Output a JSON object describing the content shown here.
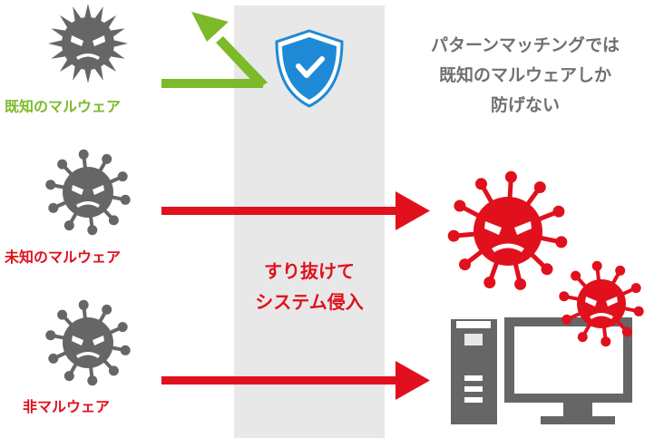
{
  "colors": {
    "known": "#7cba29",
    "red": "#e0111c",
    "gray": "#666666",
    "band": "#e8e8e8",
    "shield": "#1e8ad6",
    "note_text": "#707070"
  },
  "labels": {
    "known_malware": "既知のマルウェア",
    "unknown_malware": "未知のマルウェア",
    "non_malware": "非マルウェア"
  },
  "note_lines": [
    "パターンマッチングでは",
    "既知のマルウェアしか",
    "防げない"
  ],
  "breach_lines": [
    "すり抜けて",
    "システム侵入"
  ],
  "icons": {
    "virus": "virus-icon",
    "shield": "shield-check-icon",
    "pc": "desktop-computer-icon",
    "arrow": "arrow-icon"
  }
}
